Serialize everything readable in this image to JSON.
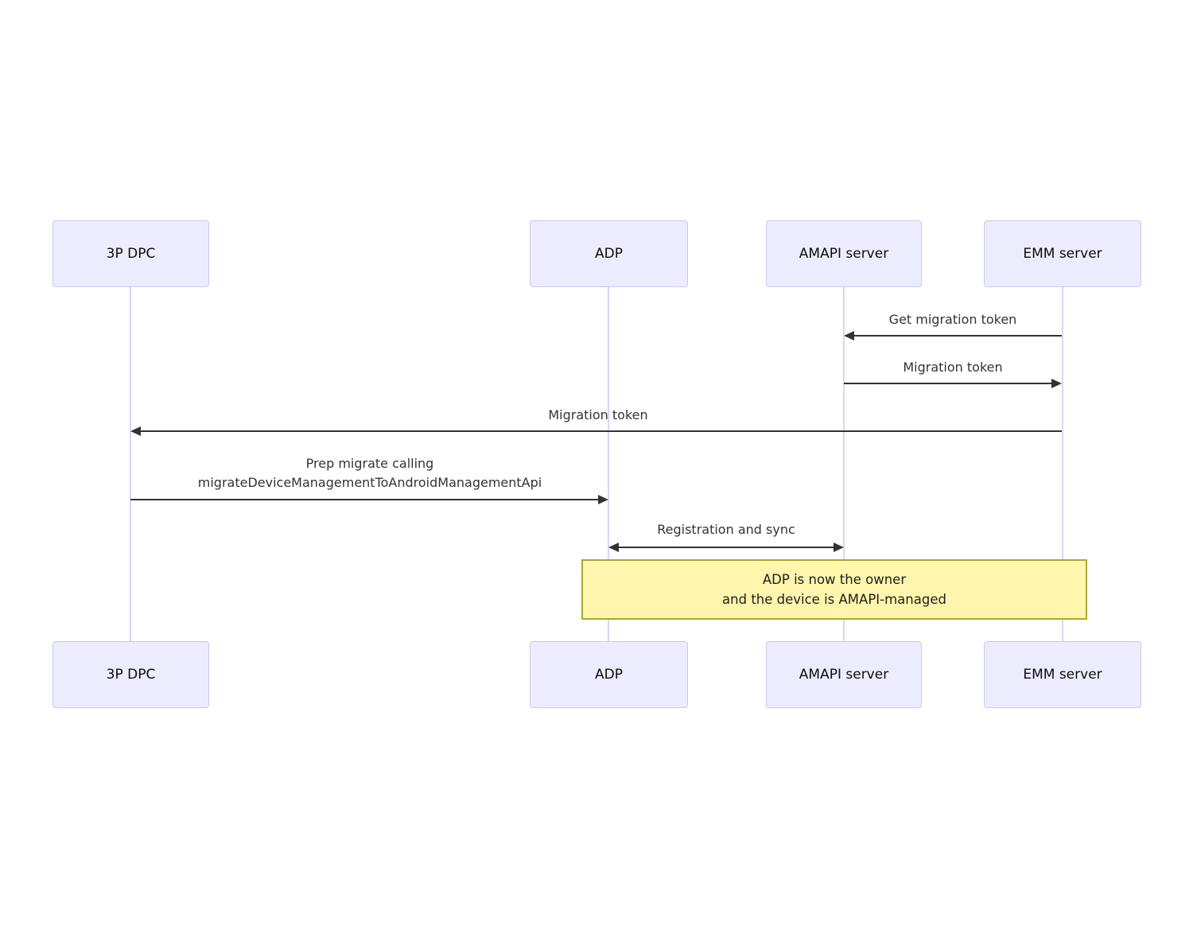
{
  "colors": {
    "background": "#ffffff",
    "actor-fill": "#ECECFF",
    "actor-border": "#cfc6f0",
    "actor-text": "#0d0d0d",
    "lifeline": "#dcd5f2",
    "arrow": "#333333",
    "message-text": "#333333",
    "note-fill": "#fff5ad",
    "note-border": "#aaaa33",
    "note-text": "#1f1f1f"
  },
  "diagram": {
    "type": "sequence-diagram",
    "actors": [
      {
        "id": "3p-dpc",
        "label": "3P DPC"
      },
      {
        "id": "adp",
        "label": "ADP"
      },
      {
        "id": "amapi-server",
        "label": "AMAPI server"
      },
      {
        "id": "emm-server",
        "label": "EMM server"
      }
    ],
    "messages": [
      {
        "from": "EMM server",
        "to": "AMAPI server",
        "label": "Get migration token",
        "arrow": "left"
      },
      {
        "from": "AMAPI server",
        "to": "EMM server",
        "label": "Migration token",
        "arrow": "right"
      },
      {
        "from": "EMM server",
        "to": "3P DPC",
        "label": "Migration token",
        "arrow": "left"
      },
      {
        "from": "3P DPC",
        "to": "ADP",
        "label_line1": "Prep migrate calling",
        "label_line2": "migrateDeviceManagementToAndroidManagementApi",
        "arrow": "right"
      },
      {
        "from": "ADP",
        "to": "AMAPI server",
        "label": "Registration and sync",
        "arrow": "both"
      }
    ],
    "note": {
      "over": [
        "ADP",
        "EMM server"
      ],
      "line1": "ADP is now the owner",
      "line2": "and the device is AMAPI-managed"
    }
  }
}
